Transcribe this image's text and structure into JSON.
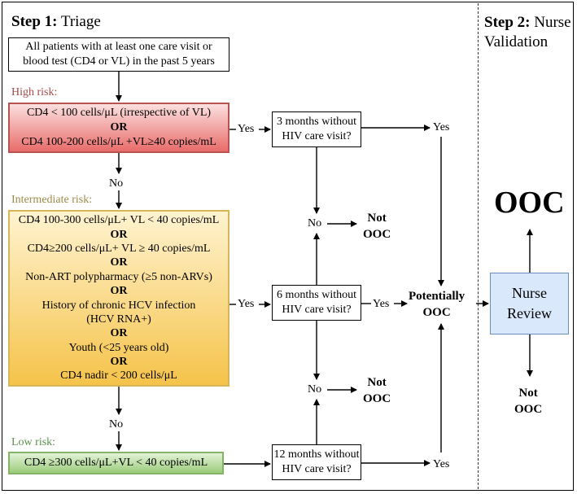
{
  "step1": {
    "bold": "Step 1:",
    "rest": " Triage"
  },
  "step2": {
    "bold": "Step 2:",
    "rest": " Nurse",
    "line2": "Validation"
  },
  "population": {
    "line1": "All patients with at least one care visit or",
    "line2": "blood test (CD4 or VL) in the past 5 years"
  },
  "high_risk": {
    "label": "High risk:",
    "line1": "CD4 < 100 cells/μL (irrespective of VL)",
    "or": "OR",
    "line2": "CD4 100-200 cells/μL +VL≥40 copies/mL"
  },
  "intermediate_risk": {
    "label": "Intermediate risk:",
    "lines": [
      {
        "text": "CD4 100-300 cells/μL+ VL < 40 copies/mL"
      },
      {
        "text": "CD4≥200 cells/μL+ VL ≥ 40 copies/mL"
      },
      {
        "text": "Non-ART polypharmacy (≥5 non-ARVs)"
      },
      {
        "text": "History of chronic HCV infection"
      },
      {
        "text": "(HCV RNA+)"
      },
      {
        "text": "Youth (<25 years old)"
      },
      {
        "text": "CD4 nadir < 200 cells/μL"
      }
    ],
    "or": "OR"
  },
  "low_risk": {
    "label": "Low risk:",
    "line1": "CD4 ≥300 cells/μL+VL < 40 copies/mL"
  },
  "decisions": {
    "three_months": {
      "line1": "3 months without",
      "line2": "HIV care visit?"
    },
    "six_months": {
      "line1": "6 months without",
      "line2": "HIV care visit?"
    },
    "twelve_months": {
      "line1": "12 months without",
      "line2": "HIV care visit?"
    }
  },
  "labels": {
    "yes": "Yes",
    "no": "No",
    "not": "Not",
    "ooc": "OOC",
    "potentially": "Potentially"
  },
  "nurse_review": {
    "line1": "Nurse",
    "line2": "Review"
  },
  "ooc_big": "OOC"
}
